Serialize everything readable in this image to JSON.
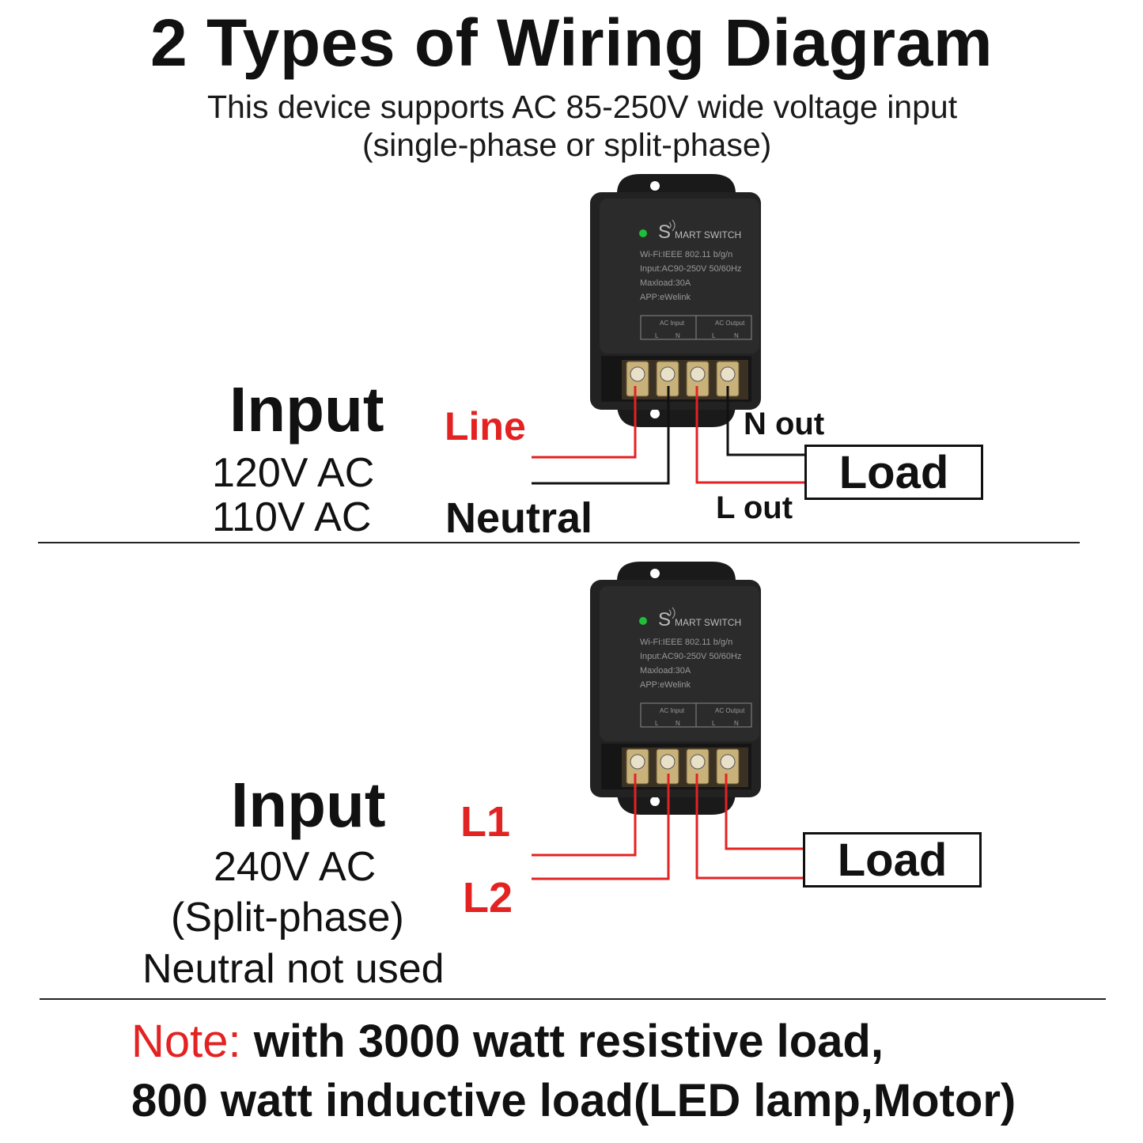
{
  "title": "2 Types of Wiring Diagram",
  "subtitle_line1": "This device supports AC 85-250V wide voltage input",
  "subtitle_line2": "(single-phase or split-phase)",
  "device": {
    "brand_letter": "S",
    "brand_rest": "MART SWITCH",
    "spec_lines": [
      "Wi-Fi:IEEE 802.11 b/g/n",
      "Input:AC90-250V 50/60Hz",
      "Maxload:30A",
      "APP:eWelink"
    ],
    "terminal_left_label": "AC Input",
    "terminal_right_label": "AC Output",
    "terminal_L": "L",
    "terminal_N": "N"
  },
  "diagram1": {
    "input_heading": "Input",
    "voltage_1": "120V AC",
    "voltage_2": "110V AC",
    "line_label": "Line",
    "neutral_label": "Neutral",
    "n_out_label": "N out",
    "l_out_label": "L out",
    "load_label": "Load"
  },
  "diagram2": {
    "input_heading": "Input",
    "voltage": "240V AC",
    "phase": "(Split-phase)",
    "neutral_note": "Neutral not used",
    "l1_label": "L1",
    "l2_label": "L2",
    "load_label": "Load"
  },
  "note": {
    "prefix": "Note:",
    "line1": " with 3000 watt resistive load,",
    "line2": "800 watt inductive load(LED lamp,Motor)"
  },
  "colors": {
    "accent_red": "#e32222",
    "device_body": "#1f1f1f",
    "wire_black": "#111111",
    "led_green": "#1fbf3a"
  }
}
